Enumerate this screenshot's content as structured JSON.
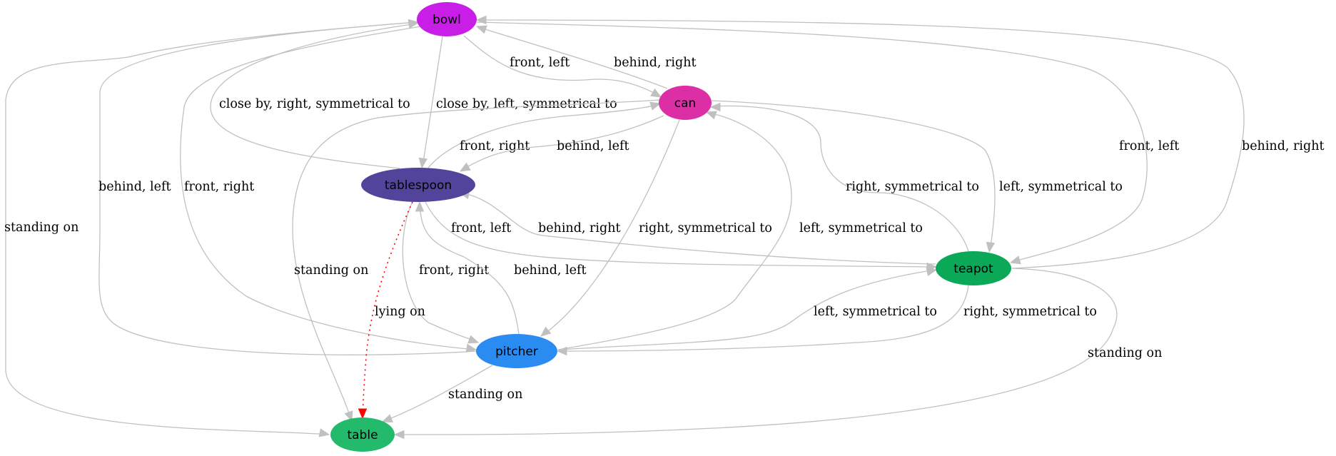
{
  "nodes": [
    {
      "id": "bowl",
      "label": "bowl",
      "color": "#c81ee8"
    },
    {
      "id": "can",
      "label": "can",
      "color": "#dd2fa5"
    },
    {
      "id": "tablespoon",
      "label": "tablespoon",
      "color": "#52449b"
    },
    {
      "id": "teapot",
      "label": "teapot",
      "color": "#0aa857"
    },
    {
      "id": "pitcher",
      "label": "pitcher",
      "color": "#2a8bf0"
    },
    {
      "id": "table",
      "label": "table",
      "color": "#24ba6c"
    }
  ],
  "edges": [
    {
      "from": "bowl",
      "to": "table",
      "label": "standing on"
    },
    {
      "from": "bowl",
      "to": "can",
      "label": "front, left"
    },
    {
      "from": "can",
      "to": "bowl",
      "label": "behind, right"
    },
    {
      "from": "bowl",
      "to": "tablespoon",
      "label": "close by, left, symmetrical to"
    },
    {
      "from": "tablespoon",
      "to": "bowl",
      "label": "close by, right, symmetrical to"
    },
    {
      "from": "pitcher",
      "to": "bowl",
      "label": "behind, left"
    },
    {
      "from": "bowl",
      "to": "pitcher",
      "label": "front, right"
    },
    {
      "from": "bowl",
      "to": "teapot",
      "label": "front, left"
    },
    {
      "from": "teapot",
      "to": "bowl",
      "label": "behind, right"
    },
    {
      "from": "can",
      "to": "table",
      "label": "standing on"
    },
    {
      "from": "tablespoon",
      "to": "can",
      "label": "front, right"
    },
    {
      "from": "can",
      "to": "tablespoon",
      "label": "behind, left"
    },
    {
      "from": "can",
      "to": "pitcher",
      "label": "right, symmetrical to"
    },
    {
      "from": "pitcher",
      "to": "can",
      "label": "left, symmetrical to"
    },
    {
      "from": "teapot",
      "to": "can",
      "label": "right, symmetrical to"
    },
    {
      "from": "can",
      "to": "teapot",
      "label": "left, symmetrical to"
    },
    {
      "from": "tablespoon",
      "to": "teapot",
      "label": "front, left"
    },
    {
      "from": "teapot",
      "to": "tablespoon",
      "label": "behind, right"
    },
    {
      "from": "tablespoon",
      "to": "pitcher",
      "label": "front, right"
    },
    {
      "from": "pitcher",
      "to": "tablespoon",
      "label": "behind, left"
    },
    {
      "from": "tablespoon",
      "to": "table",
      "label": "lying on",
      "highlight": true
    },
    {
      "from": "pitcher",
      "to": "teapot",
      "label": "left, symmetrical to"
    },
    {
      "from": "teapot",
      "to": "pitcher",
      "label": "right, symmetrical to"
    },
    {
      "from": "teapot",
      "to": "table",
      "label": "standing on"
    },
    {
      "from": "pitcher",
      "to": "table",
      "label": "standing on"
    }
  ],
  "colors": {
    "edge": "#c0c0c0",
    "highlight": "#ff0000",
    "text": "#000000"
  }
}
